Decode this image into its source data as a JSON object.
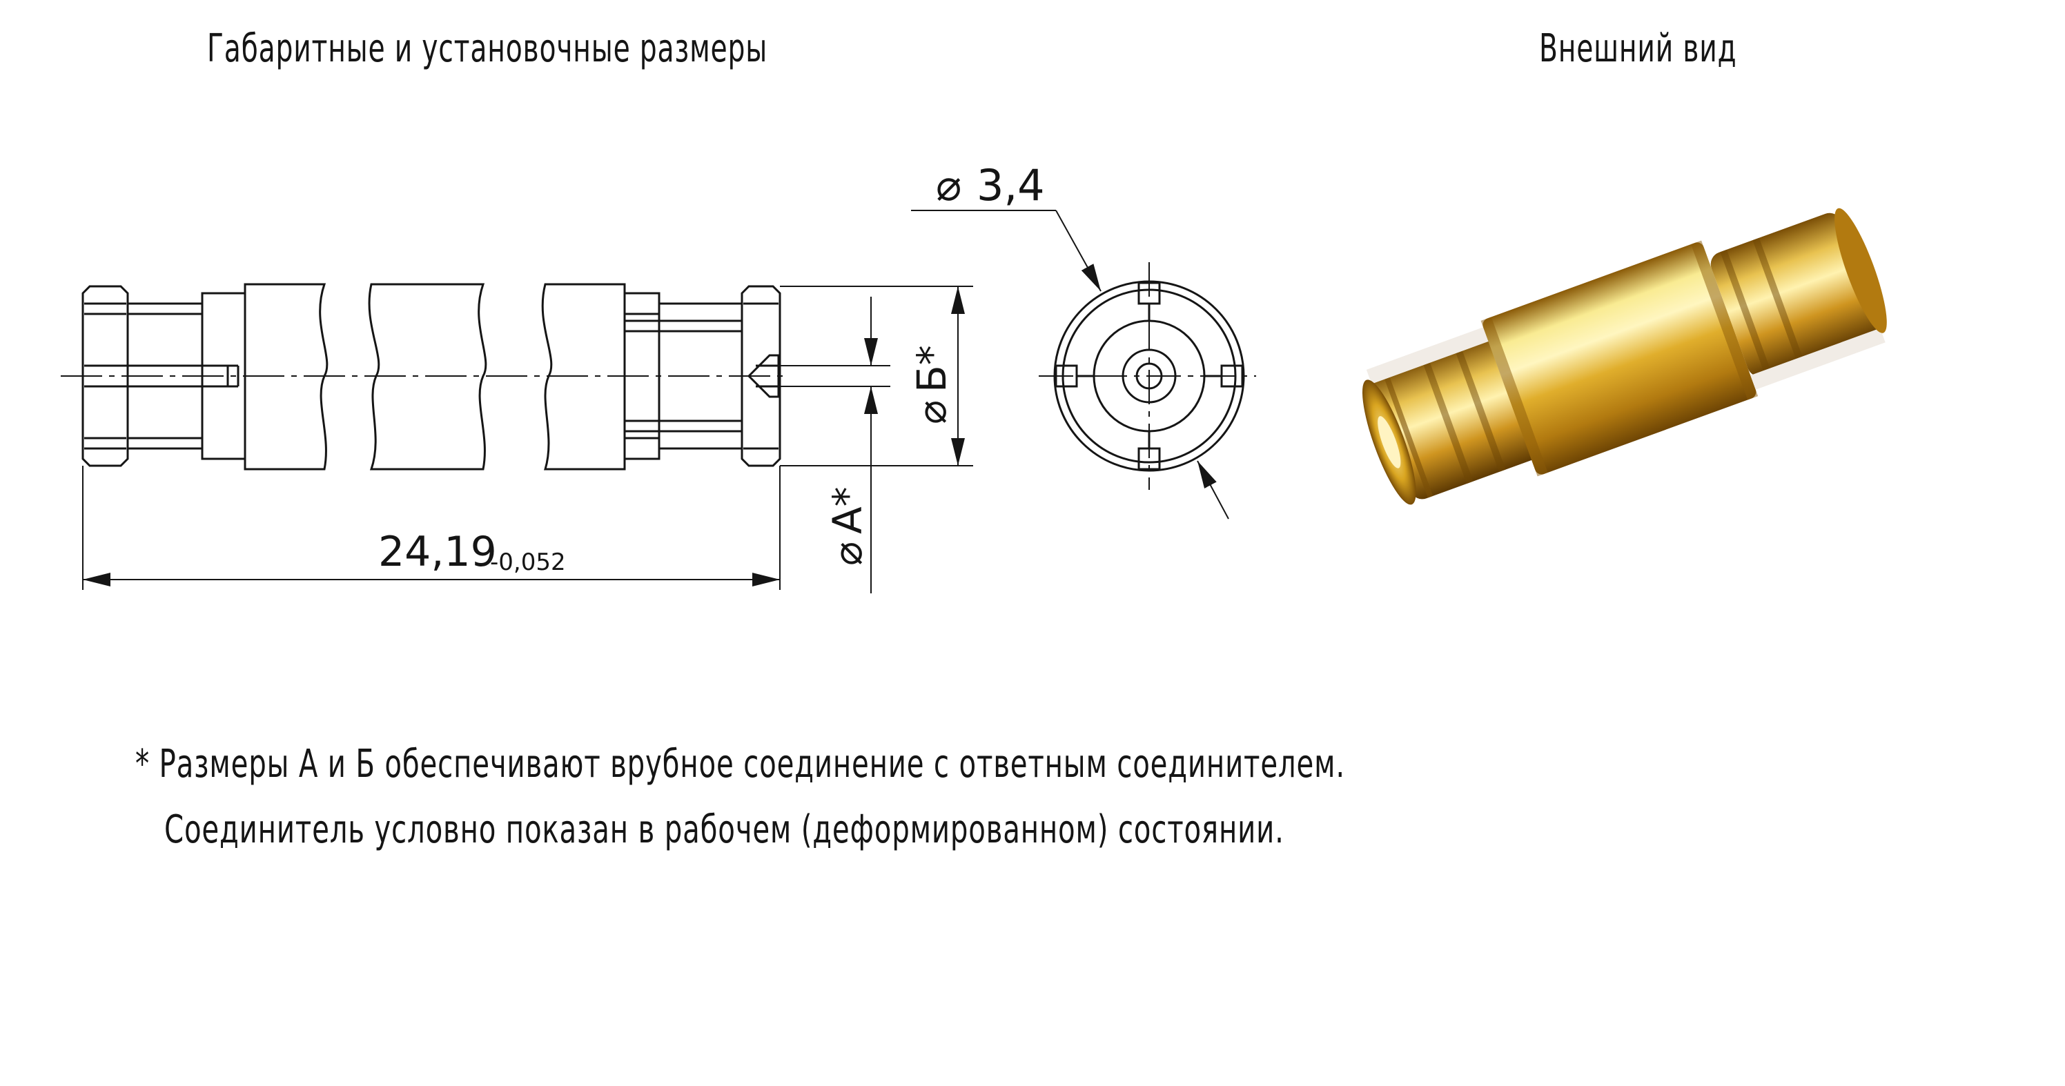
{
  "titles": {
    "left": "Габаритные и установочные размеры",
    "right": "Внешний вид"
  },
  "dimensions": {
    "length": "24,19",
    "tolerance": "-0,052",
    "diameter_pin": "3,4",
    "diameter_symbol": "⌀",
    "dim_a": "A*",
    "dim_b": "Б*"
  },
  "notes": {
    "line1": "* Размеры А и Б обеспечивают врубное соединение с ответным соединителем.",
    "line2": "Соединитель условно показан в рабочем (деформированном) состоянии."
  },
  "colors": {
    "line": "#151515",
    "gold_light": "#f6e27a",
    "gold_mid": "#d9a520",
    "gold_dark": "#8a5a08",
    "insulator": "#f1ece6"
  }
}
